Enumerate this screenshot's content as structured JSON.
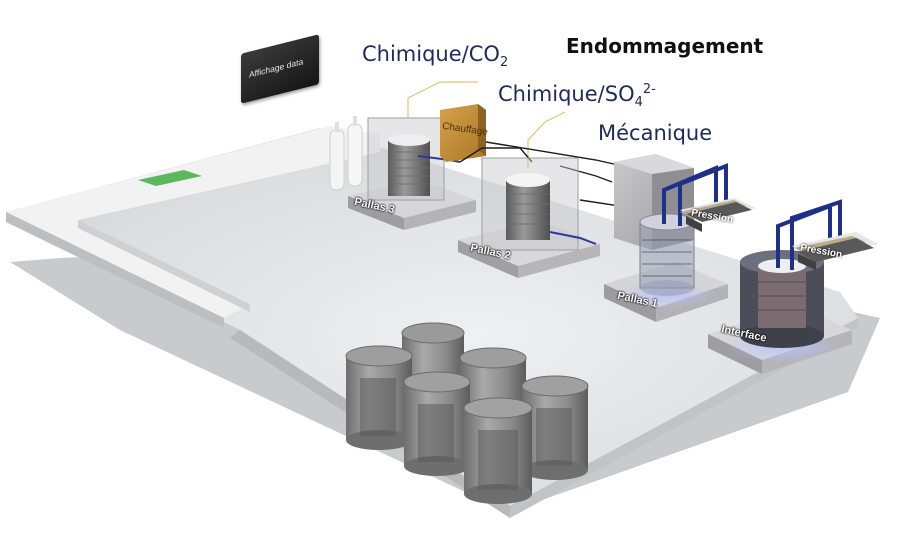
{
  "labels": {
    "title": "Endommagement",
    "chem_co2_prefix": "Chimique/CO",
    "chem_co2_sub": "2",
    "chem_so4_prefix": "Chimique/SO",
    "chem_so4_sub": "4",
    "chem_so4_sup": "2-",
    "mecanique": "Mécanique"
  },
  "display": {
    "label": "Affichage data"
  },
  "stations": {
    "pallas3": "Pallas 3",
    "pallas2": "Pallas 2",
    "pallas1": "Pallas 1",
    "interface": "Interface"
  },
  "devices": {
    "chauffage": "Chauffage",
    "pression_1": "Pression",
    "pression_2": "Pression"
  },
  "colors": {
    "text_blue": "#1f2a5c",
    "floor": "#e2e3e6",
    "green_marker": "#5cb85c",
    "chauffage_box": "#c8943a",
    "frame_blue": "#1f2f8a",
    "cylinder_gray": "#8a8a8a"
  }
}
